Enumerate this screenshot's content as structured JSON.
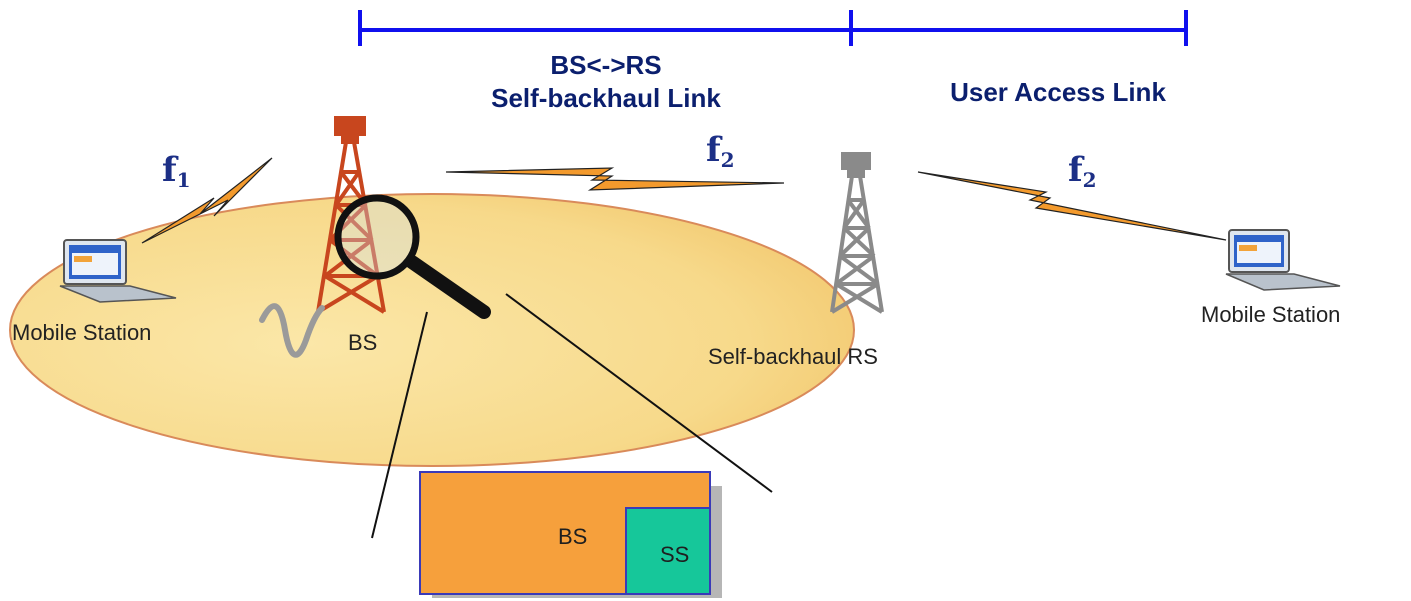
{
  "links": {
    "backhaul_line1": "BS<->RS",
    "backhaul_line2": "Self-backhaul Link",
    "access": "User Access Link"
  },
  "frequencies": {
    "f1": {
      "base": "f",
      "sub": "1"
    },
    "f2_backhaul": {
      "base": "f",
      "sub": "2"
    },
    "f2_access": {
      "base": "f",
      "sub": "2"
    }
  },
  "nodes": {
    "mobile_left": "Mobile Station",
    "bs": "BS",
    "rs": "Self-backhaul RS",
    "mobile_right": "Mobile Station"
  },
  "inset": {
    "bs": "BS",
    "ss": "SS"
  },
  "colors": {
    "bracket": "#1010ee",
    "bs_tower": "#c8461e",
    "rs_tower": "#8a8a8a",
    "coverage_fill": "#f7d98a",
    "coverage_edge": "#d98a5a",
    "lightning": "#f39a2d",
    "inset_bs": "#f6a03c",
    "inset_ss": "#16c79a",
    "inset_border": "#3a3ab8"
  }
}
